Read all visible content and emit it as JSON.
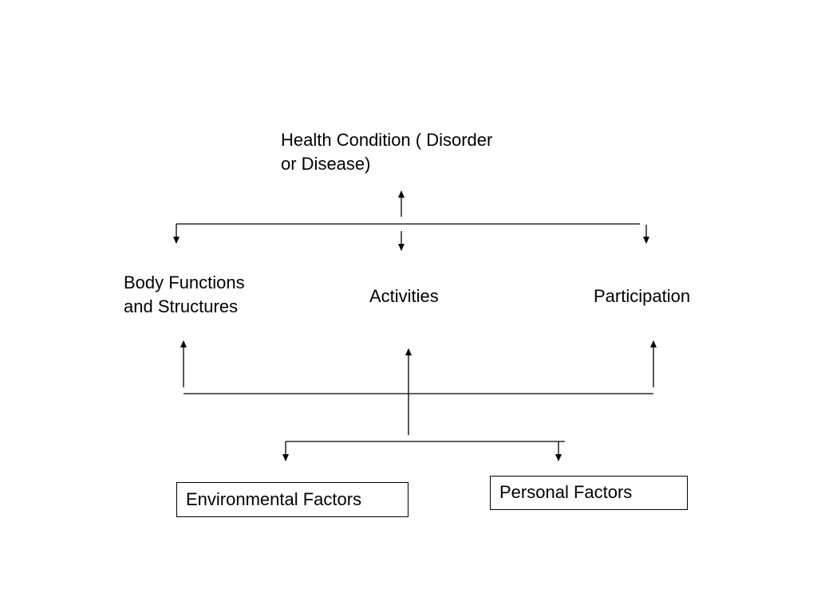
{
  "nodes": {
    "health_condition": {
      "line1": "Health Condition  ( Disorder",
      "line2": "or Disease)"
    },
    "body_functions": {
      "line1": "Body Functions",
      "line2": "and Structures"
    },
    "activities": "Activities",
    "participation": "Participation",
    "environmental_factors": "Environmental Factors",
    "personal_factors": "Personal Factors"
  },
  "colors": {
    "line": "#000000",
    "background": "#ffffff"
  }
}
